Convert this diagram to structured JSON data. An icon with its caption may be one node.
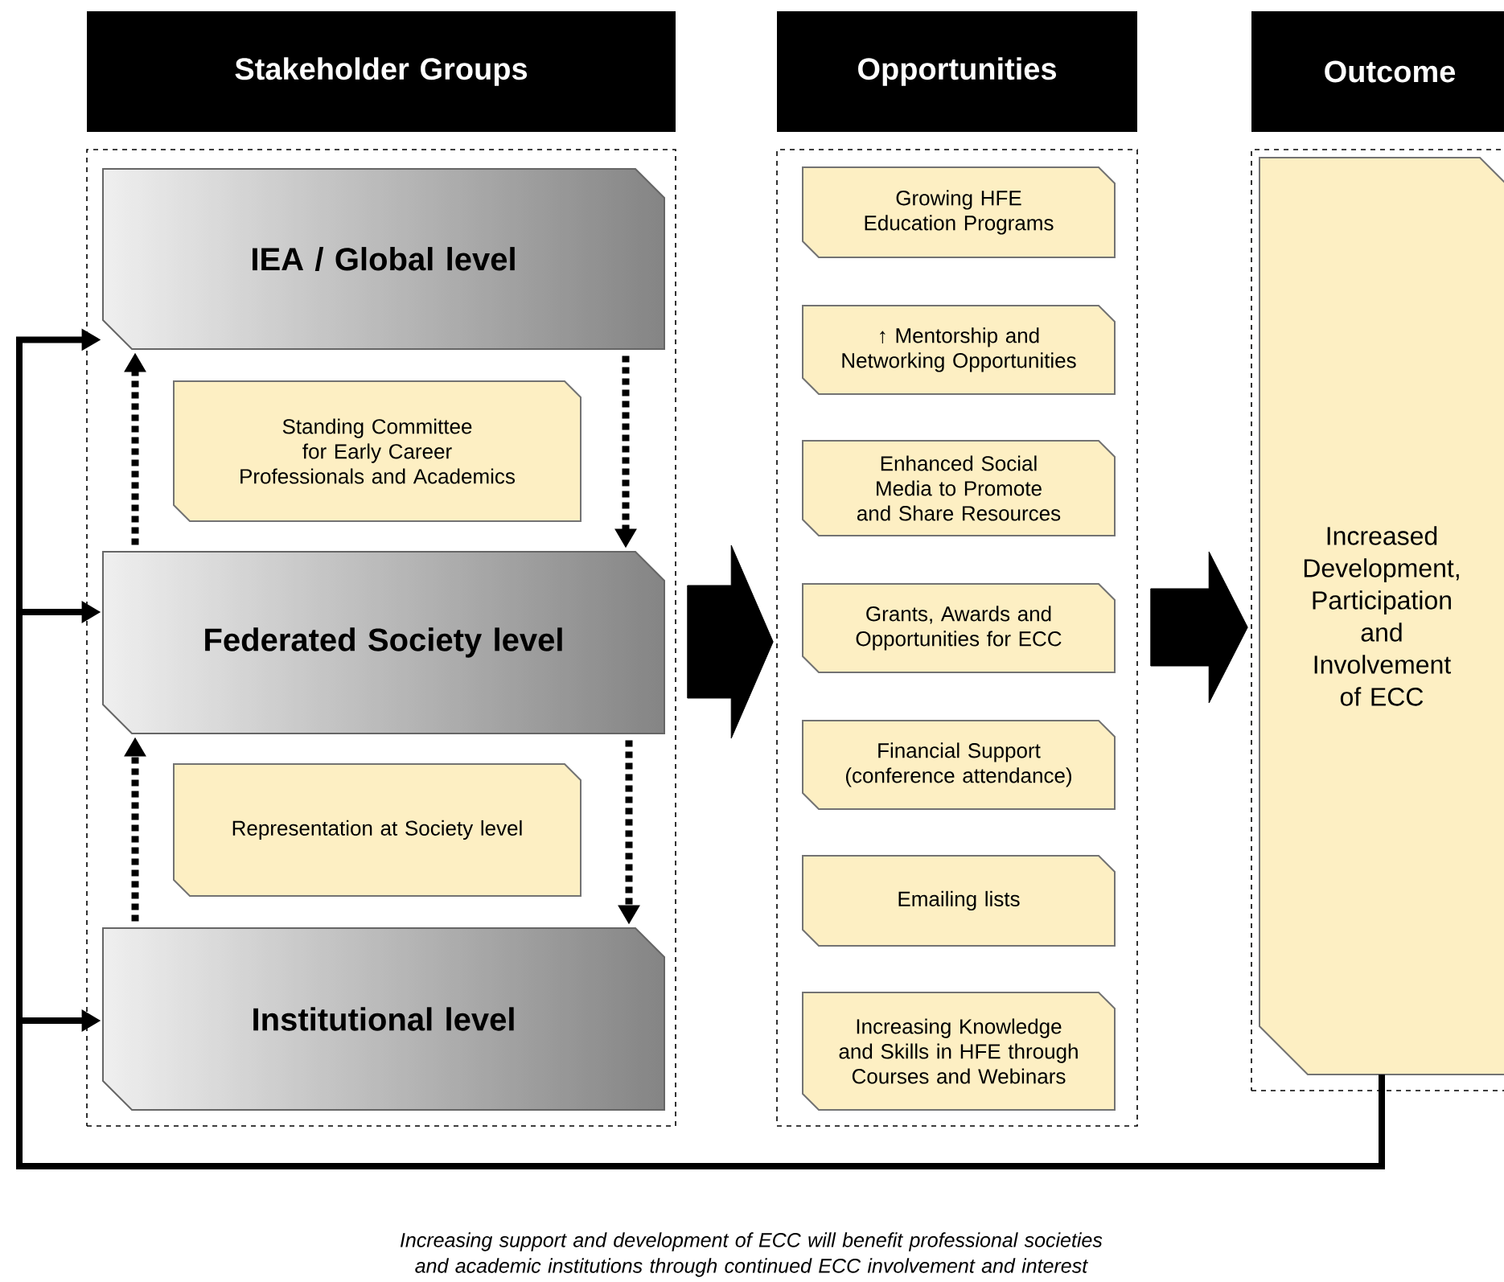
{
  "diagram": {
    "caption": "Increasing support and development of ECC will benefit professional societies and academic institutions through continued ECC involvement and interest",
    "nodes": [
      {
        "text": [
          "Stakeholder Groups"
        ]
      },
      {
        "text": [],
        "shape": "box"
      },
      {
        "text": [
          "IEA / Global level"
        ],
        "in": 1
      },
      {
        "text": [
          "Standing Committee for Early Career Professionals and Academics"
        ],
        "in": 1
      },
      {
        "text": [
          "Federated Society level"
        ],
        "in": 1
      },
      {
        "text": [
          "Representation at Society level"
        ],
        "in": 1
      },
      {
        "text": [
          "Institutional level"
        ],
        "in": 1
      },
      {
        "text": [
          "Opportunities"
        ]
      },
      {
        "text": [],
        "shape": "box"
      },
      {
        "text": [
          "Growing HFE Education Programs"
        ],
        "in": 8
      },
      {
        "text": [
          "↑ Mentorship and Networking Opportunities"
        ],
        "in": 8
      },
      {
        "text": [
          "Enhanced Social Media to Promote and Share Resources"
        ],
        "in": 8
      },
      {
        "text": [
          "Grants, Awards and Opportunities for ECC"
        ],
        "in": 8
      },
      {
        "text": [
          "Financial Support (conference attendance)"
        ],
        "in": 8
      },
      {
        "text": [
          "Emailing lists"
        ],
        "in": 8
      },
      {
        "text": [
          "Increasing Knowledge and Skills in HFE through Courses and Webinars"
        ],
        "in": 8
      },
      {
        "text": [
          "Outcome"
        ]
      },
      {
        "text": [],
        "shape": "box"
      },
      {
        "text": [
          "Increased Development, Participation and Involvement of ECC"
        ],
        "in": 17
      }
    ],
    "edges": [
      {
        "from": 4,
        "to": 2,
        "arrow": "to",
        "style": "dashed"
      },
      {
        "from": 2,
        "to": 4,
        "arrow": "to",
        "style": "dashed"
      },
      {
        "from": 6,
        "to": 4,
        "arrow": "to",
        "style": "dashed"
      },
      {
        "from": 4,
        "to": 6,
        "arrow": "to",
        "style": "dashed"
      },
      {
        "from": 1,
        "to": 8,
        "arrow": "to",
        "style": "thick"
      },
      {
        "from": 8,
        "to": 17,
        "arrow": "to",
        "style": "thick"
      },
      {
        "from": 18,
        "to": 2,
        "arrow": "to"
      },
      {
        "from": 18,
        "to": 4,
        "arrow": "to"
      },
      {
        "from": 18,
        "to": 6,
        "arrow": "to"
      }
    ]
  }
}
